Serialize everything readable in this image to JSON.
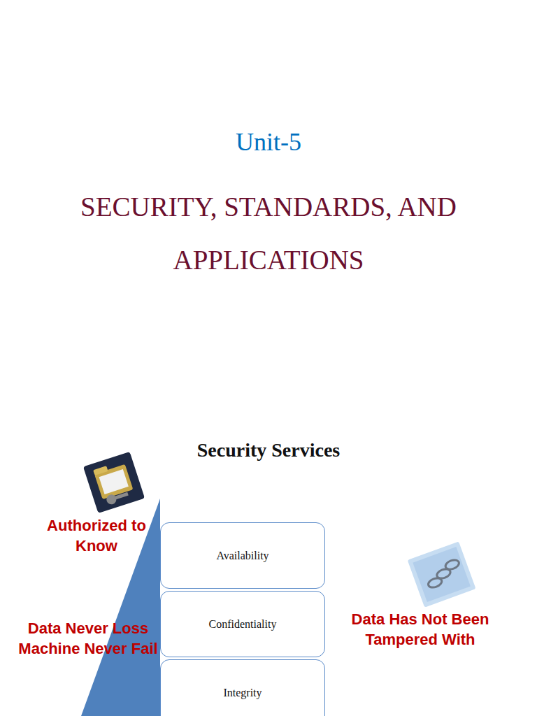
{
  "diagram": {
    "title": "Security Services",
    "nodes": [
      {
        "text": [
          "Availability"
        ]
      },
      {
        "text": [
          "Confidentiality"
        ]
      },
      {
        "text": [
          "Integrity"
        ]
      }
    ],
    "labels": [
      "Unit-5",
      "SECURITY, STANDARDS, AND APPLICATIONS",
      "Authorized to Know",
      "Data Never Loss Machine Never Fail",
      "Data Has Not Been Tampered With"
    ]
  }
}
